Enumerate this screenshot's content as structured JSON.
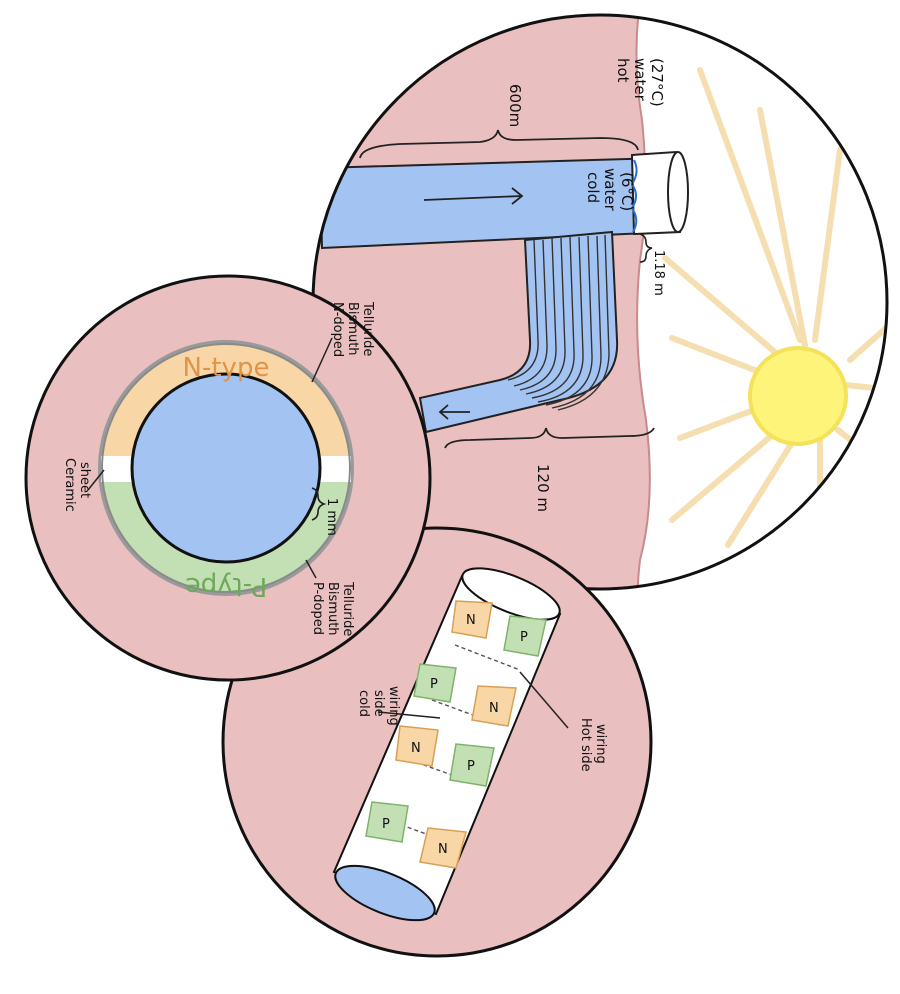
{
  "hot_water_label": [
    "hot",
    "water",
    "(27°C)"
  ],
  "cold_water_label": [
    "cold",
    "water",
    "(6°C)"
  ],
  "depth_label": "600m",
  "pipe_diameter_label": "1.18 m",
  "horizontal_length_label": "120 m",
  "n_type_label": "N-type",
  "p_type_label": "P-type",
  "n_material_label": [
    "N-doped",
    "Bismuth",
    "Telluride"
  ],
  "p_material_label": [
    "P-doped",
    "Bismuth",
    "Telluride"
  ],
  "ceramic_label": [
    "Ceramic",
    "sheet"
  ],
  "thickness_label": "1 mm",
  "cold_side_label": [
    "cold",
    "side",
    "wiring"
  ],
  "hot_side_label": [
    "Hot side",
    "wiring"
  ],
  "n_tile_letter": "N",
  "p_tile_letter": "P",
  "colors": {
    "ocean": "#eabfbf",
    "cold_water": "#a3c4f3",
    "n_type": "#f8d6a6",
    "p_type": "#c3e0b4",
    "sun": "#fff47a",
    "sun_rays": "#f5deb0"
  }
}
